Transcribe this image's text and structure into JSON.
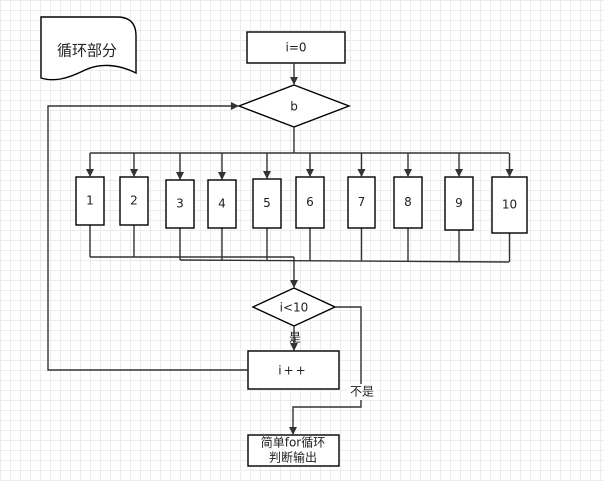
{
  "document_title": "循环部分",
  "start_box": "i=0",
  "switch_node": "b",
  "cases": [
    "1",
    "2",
    "3",
    "4",
    "5",
    "6",
    "7",
    "8",
    "9",
    "10"
  ],
  "loop_condition": "i<10",
  "increment_box": "i++",
  "edge_labels": {
    "yes": "是",
    "no": "不是"
  },
  "end_box": {
    "line1": "简单for循环",
    "line2": "判断输出"
  }
}
